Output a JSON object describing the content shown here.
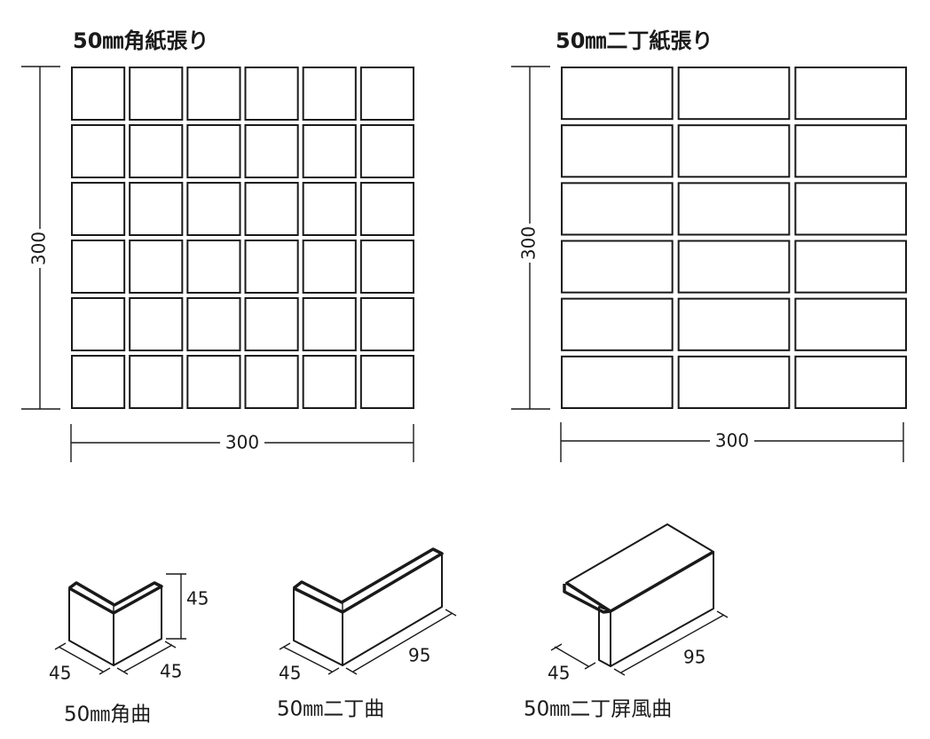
{
  "sheets": [
    {
      "title": "50㎜角紙張り",
      "dim_height": "300",
      "dim_width": "300",
      "rows": 6,
      "cols": 6
    },
    {
      "title": "50㎜二丁紙張り",
      "dim_height": "300",
      "dim_width": "300",
      "rows": 6,
      "cols": 3
    }
  ],
  "pieces": [
    {
      "caption": "50㎜角曲",
      "dim_height": "45",
      "dim_left": "45",
      "dim_right": "45"
    },
    {
      "caption": "50㎜二丁曲",
      "dim_left": "45",
      "dim_right": "95"
    },
    {
      "caption": "50㎜二丁屏風曲",
      "dim_left": "45",
      "dim_right": "95"
    }
  ],
  "colors": {
    "line": "#1a1a1a",
    "background": "#ffffff"
  }
}
